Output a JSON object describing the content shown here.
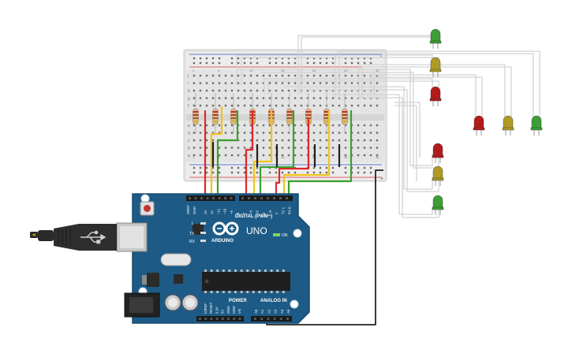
{
  "board": {
    "brand": "ARDUINO",
    "model": "UNO",
    "digital_header": "DIGITAL (PWM~)",
    "power_label": "POWER",
    "analog_label": "ANALOG IN",
    "on_label": "ON",
    "l_label": "L",
    "tx_label": "TX",
    "rx_label": "RX",
    "aref_label": "AREF",
    "gnd_label": "GND",
    "digital_pins": [
      "13",
      "12",
      "~11",
      "~10",
      "~9",
      "8",
      "7",
      "~6",
      "~5",
      "4",
      "~3",
      "2",
      "TX 1",
      "RX 0"
    ],
    "power_pins": [
      "IOREF",
      "RESET",
      "3.3V",
      "5V",
      "GND",
      "GND",
      "Vin"
    ],
    "analog_pins": [
      "A0",
      "A1",
      "A2",
      "A3",
      "A4",
      "A5"
    ]
  },
  "breadboard": {
    "row_letters": [
      "a",
      "b",
      "c",
      "d",
      "e",
      "f",
      "g",
      "h",
      "i",
      "j"
    ],
    "column_numbers": [
      "1",
      "5",
      "10",
      "15",
      "20",
      "25",
      "30"
    ],
    "rail_plus": "+",
    "rail_minus": "-"
  },
  "colors": {
    "board_blue": "#1d5b86",
    "wire_red": "#e0262a",
    "wire_yellow": "#f2c21a",
    "wire_green": "#3aa12f",
    "wire_black": "#222222",
    "led_red": "#b31b1b",
    "led_yellow": "#b09a24",
    "led_green": "#3c9e35",
    "breadboard": "#e9e9e9"
  },
  "leds": [
    {
      "name": "led-green-top",
      "color": "green"
    },
    {
      "name": "led-yellow-top",
      "color": "yellow"
    },
    {
      "name": "led-red-top",
      "color": "red"
    },
    {
      "name": "led-red-middle",
      "color": "red"
    },
    {
      "name": "led-yellow-middle",
      "color": "yellow"
    },
    {
      "name": "led-green-middle",
      "color": "green"
    },
    {
      "name": "led-red-bottom",
      "color": "red"
    },
    {
      "name": "led-yellow-bottom",
      "color": "yellow"
    },
    {
      "name": "led-green-bottom",
      "color": "green"
    }
  ]
}
